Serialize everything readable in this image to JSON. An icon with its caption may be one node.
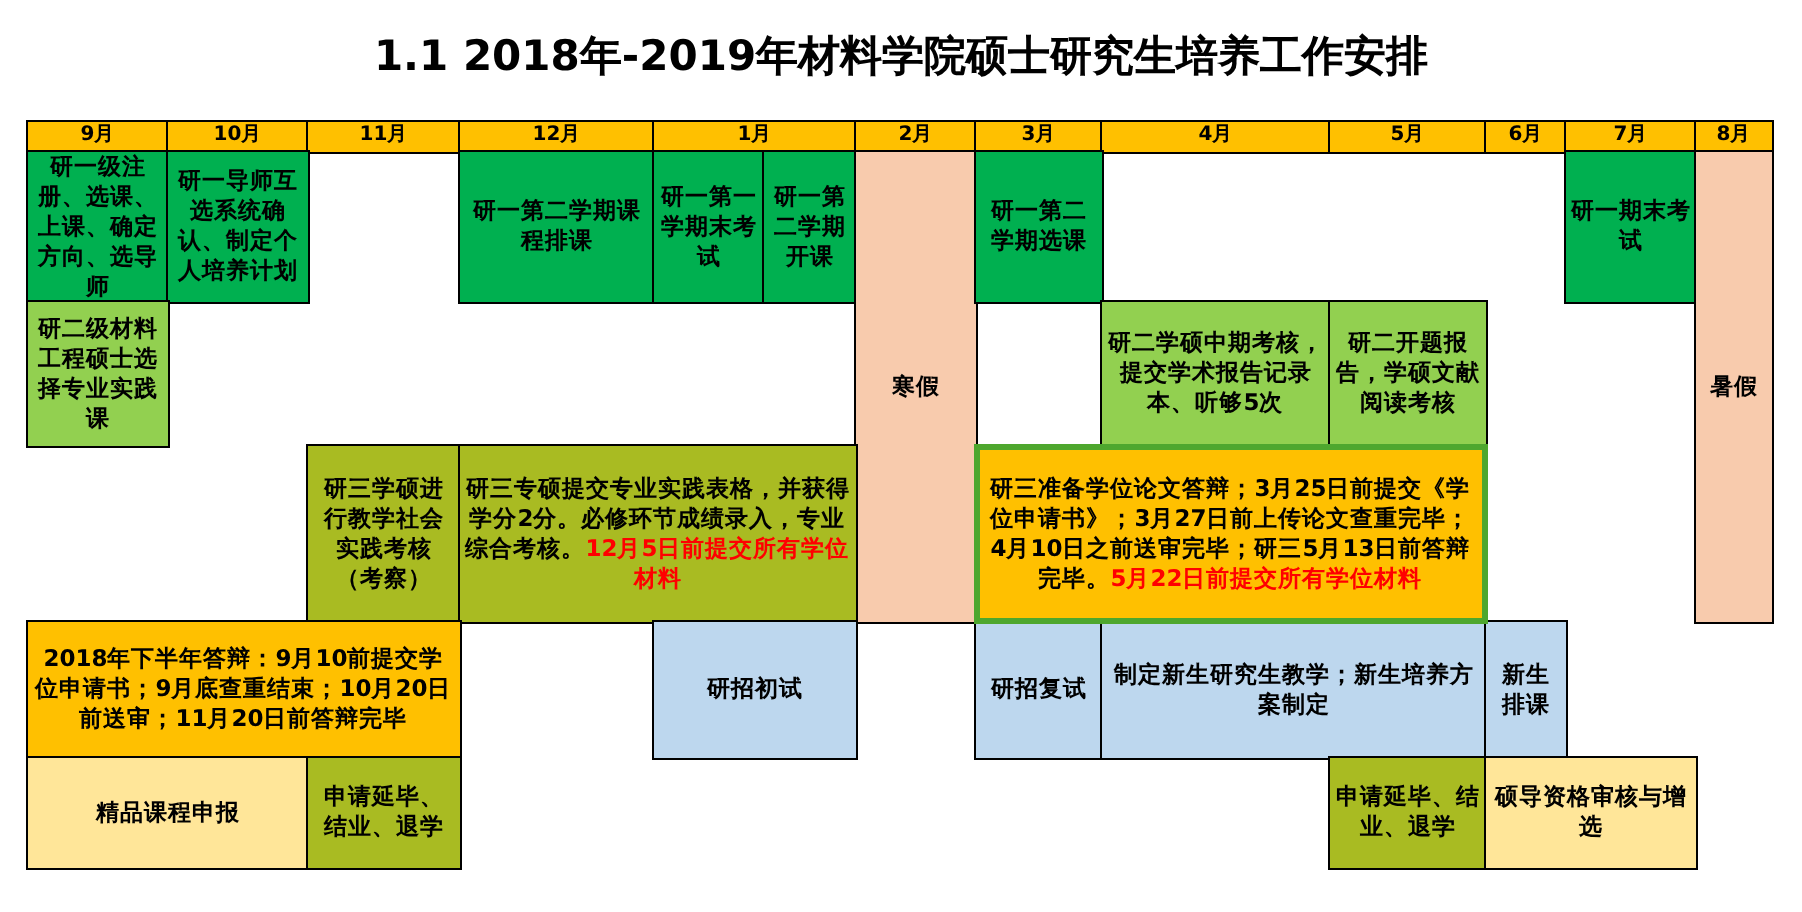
{
  "diagram": {
    "title": "1.1 2018年-2019年材料学院硕士研究生培养工作安排",
    "nodes": [
      {
        "text": [
          "9月"
        ]
      },
      {
        "text": [
          "10月"
        ]
      },
      {
        "text": [
          "11月"
        ]
      },
      {
        "text": [
          "12月"
        ]
      },
      {
        "text": [
          "1月"
        ]
      },
      {
        "text": [
          "2月"
        ]
      },
      {
        "text": [
          "3月"
        ]
      },
      {
        "text": [
          "4月"
        ]
      },
      {
        "text": [
          "5月"
        ]
      },
      {
        "text": [
          "6月"
        ]
      },
      {
        "text": [
          "7月"
        ]
      },
      {
        "text": [
          "8月"
        ]
      },
      {
        "text": [
          "研一级注册、选课、上课、确定方向、选导师"
        ]
      },
      {
        "text": [
          "研一导师互选系统确认、制定个人培养计划"
        ]
      },
      {
        "text": [
          "研一第二学期课程排课"
        ]
      },
      {
        "text": [
          "研一第一学期末考试"
        ]
      },
      {
        "text": [
          "研一第二学期开课"
        ]
      },
      {
        "text": [
          "寒假"
        ]
      },
      {
        "text": [
          "研一第二学期选课"
        ]
      },
      {
        "text": [
          "研一期末考试"
        ]
      },
      {
        "text": [
          "暑假"
        ]
      },
      {
        "text": [
          "研二级材料工程硕士选择专业实践课"
        ]
      },
      {
        "text": [
          "研二学硕中期考核，提交学术报告记录本、听够5次"
        ]
      },
      {
        "text": [
          "研二开题报告，学硕文献阅读考核"
        ]
      },
      {
        "text": [
          "研三学硕进行教学社会实践考核（考察）"
        ]
      },
      {
        "text": [
          "研三专硕提交专业实践表格，并获得学分2分。必修环节成绩录入，专业综合考核。",
          "12月5日前提交所有学位材料"
        ]
      },
      {
        "text": [
          "研三准备学位论文答辩；3月25日前提交《学位申请书》；3月27日前上传论文查重完毕；4月10日之前送审完毕；研三5月13日前答辩完毕。",
          "5月22日前提交所有学位材料"
        ]
      },
      {
        "text": [
          "2018年下半年答辩：9月10前提交学位申请书；9月底查重结束；10月20日前送审；11月20日前答辩完毕"
        ]
      },
      {
        "text": [
          "研招初试"
        ]
      },
      {
        "text": [
          "研招复试"
        ]
      },
      {
        "text": [
          "制定新生研究生教学；新生培养方案制定"
        ]
      },
      {
        "text": [
          "新生排课"
        ]
      },
      {
        "text": [
          "精品课程申报"
        ]
      },
      {
        "text": [
          "申请延毕、结业、退学"
        ]
      },
      {
        "text": [
          "申请延毕、结业、退学"
        ]
      },
      {
        "text": [
          "硕导资格审核与增选"
        ]
      }
    ]
  }
}
